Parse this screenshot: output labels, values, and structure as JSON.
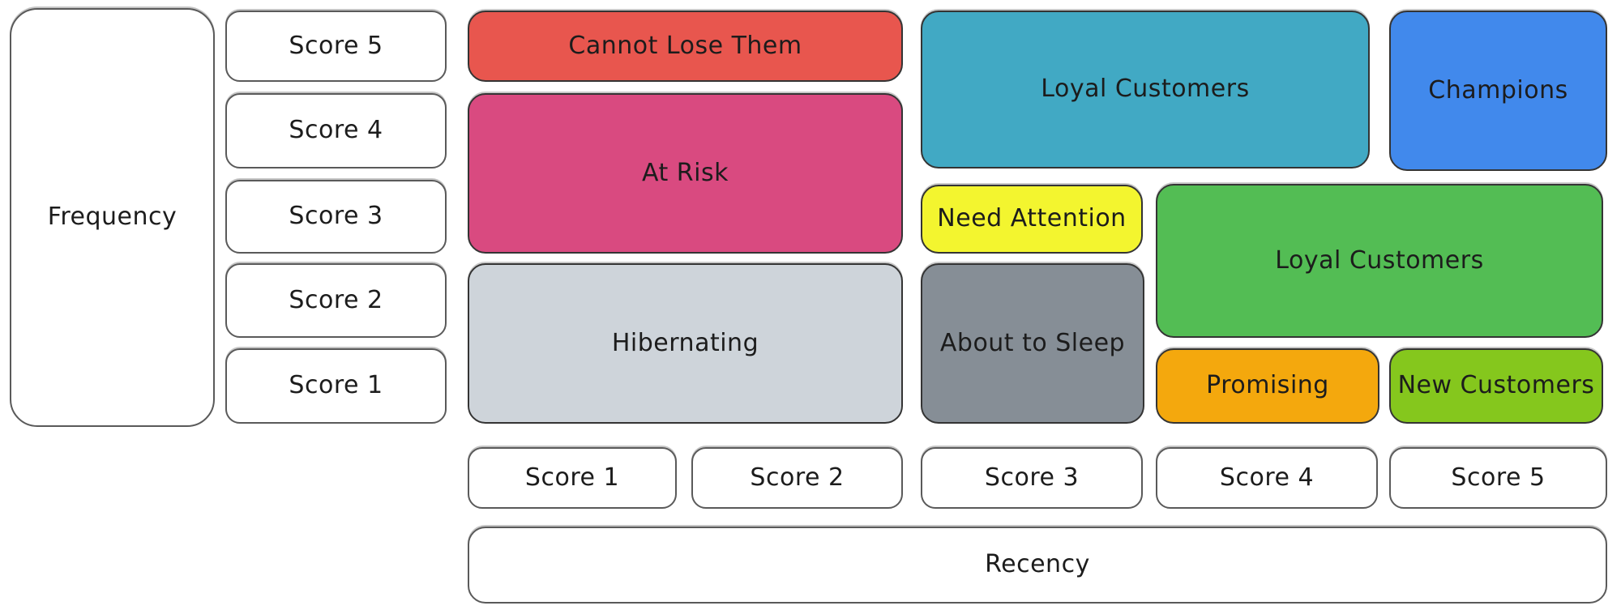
{
  "diagram_type": "rfm-segmentation-grid",
  "axes": {
    "frequency": {
      "label": "Frequency",
      "scores": [
        "Score 5",
        "Score 4",
        "Score 3",
        "Score 2",
        "Score 1"
      ]
    },
    "recency": {
      "label": "Recency",
      "scores": [
        "Score 1",
        "Score 2",
        "Score 3",
        "Score 4",
        "Score 5"
      ]
    }
  },
  "segments": [
    {
      "id": "cannot-lose-them",
      "label": "Cannot Lose Them",
      "color": "#e8564e"
    },
    {
      "id": "at-risk",
      "label": "At Risk",
      "color": "#d94a80"
    },
    {
      "id": "hibernating",
      "label": "Hibernating",
      "color": "#ced4da"
    },
    {
      "id": "loyal-customers-top",
      "label": "Loyal Customers",
      "color": "#41a9c4"
    },
    {
      "id": "champions",
      "label": "Champions",
      "color": "#4189ec"
    },
    {
      "id": "need-attention",
      "label": "Need Attention",
      "color": "#f3f52f"
    },
    {
      "id": "about-to-sleep",
      "label": "About to Sleep",
      "color": "#868e96"
    },
    {
      "id": "loyal-customers-mid",
      "label": "Loyal Customers",
      "color": "#53bd54"
    },
    {
      "id": "promising",
      "label": "Promising",
      "color": "#f4a80d"
    },
    {
      "id": "new-customers",
      "label": "New Customers",
      "color": "#85c71d"
    }
  ],
  "style": {
    "stroke": "#343434",
    "white_box_stroke": "#5a5a5a",
    "background": "#ffffff",
    "text_color": "#1c1c1c"
  }
}
